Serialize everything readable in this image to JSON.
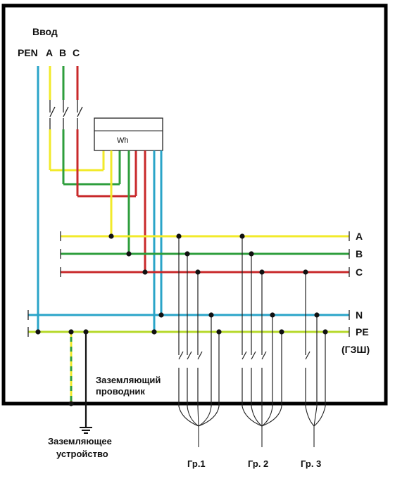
{
  "header": {
    "input_label": "Ввод",
    "phase_labels": {
      "pen": "PEN",
      "a": "A",
      "b": "B",
      "c": "C"
    }
  },
  "meter": {
    "label": "Wh"
  },
  "buses": {
    "a": "A",
    "b": "B",
    "c": "C",
    "n": "N",
    "pe": "PE",
    "pe_note": "(ГЗШ)"
  },
  "grounding": {
    "conductor_line1": "Заземляющий",
    "conductor_line2": "проводник",
    "device_line1": "Заземляющее",
    "device_line2": "устройство"
  },
  "groups": [
    "Гр.1",
    "Гр. 2",
    "Гр. 3"
  ],
  "colors": {
    "phase_a": "#f2ea2a",
    "phase_b": "#2e9e3c",
    "phase_c": "#c8282a",
    "neutral": "#2aa4c8",
    "pe": "#b6d82a",
    "frame": "#000000",
    "wire": "#222222"
  }
}
